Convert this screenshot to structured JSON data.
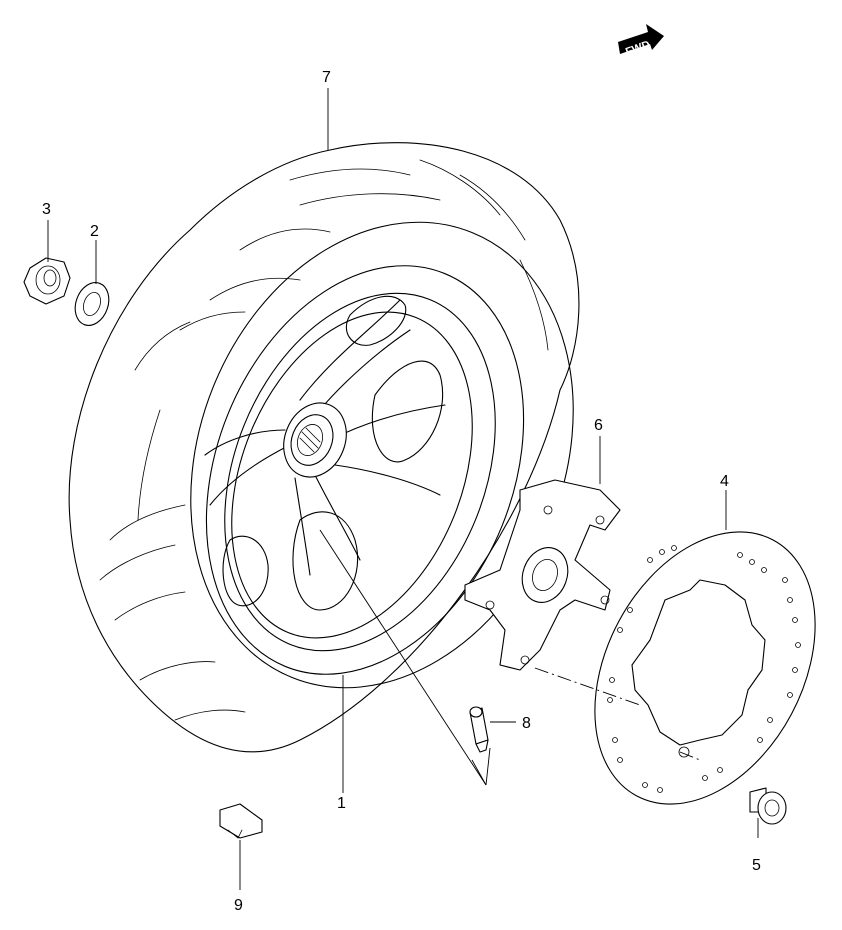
{
  "fwd_label": "FWD",
  "callouts": {
    "c1": "1",
    "c2": "2",
    "c3": "3",
    "c4": "4",
    "c5": "5",
    "c6": "6",
    "c7": "7",
    "c8": "8",
    "c9": "9"
  },
  "icons": {
    "direction": "fwd-arrow-icon"
  }
}
